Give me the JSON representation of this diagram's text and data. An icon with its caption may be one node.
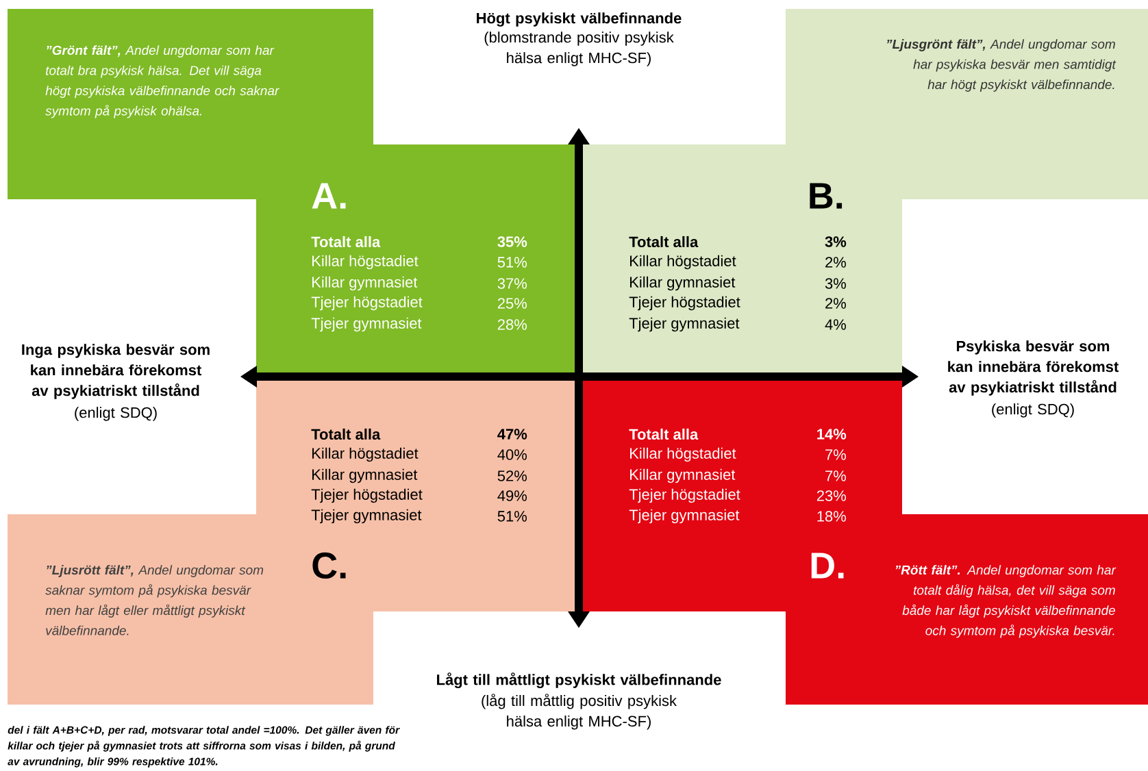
{
  "diagram": {
    "nodes": [
      {
        "text": [
          "A.",
          "**”Grönt fält”,** Andel ungdomar som har totalt bra psykisk hälsa. Det vill säga högt psykiska välbefinnande och saknar symtom på psykisk ohälsa.",
          "Totalt alla",
          "35%",
          "Killar högstadiet",
          "51%",
          "Killar gymnasiet",
          "37%",
          "Tjejer högstadiet",
          "25%",
          "Tjejer gymnasiet",
          "28%"
        ]
      },
      {
        "text": [
          "B.",
          "**”Ljusgrönt fält”,** Andel ungdomar som har psykiska besvär men samtidigt har högt psykiskt välbefinnande.",
          "Totalt alla",
          "3%",
          "Killar högstadiet",
          "2%",
          "Killar gymnasiet",
          "3%",
          "Tjejer högstadiet",
          "2%",
          "Tjejer gymnasiet",
          "4%"
        ]
      },
      {
        "text": [
          "C.",
          "**”Ljusrött fält”,** Andel ungdomar som saknar symtom på psykiska besvär men har lågt eller måttligt psykiskt välbefinnande.",
          "Totalt alla",
          "47%",
          "Killar högstadiet",
          "40%",
          "Killar gymnasiet",
          "52%",
          "Tjejer högstadiet",
          "49%",
          "Tjejer gymnasiet",
          "51%"
        ]
      },
      {
        "text": [
          "D.",
          "**”Rött fält”.** Andel ungdomar som har totalt dålig hälsa, det vill säga som både har lågt psykiskt välbefinnande och symtom på psykiska besvär.",
          "Totalt alla",
          "14%",
          "Killar högstadiet",
          "7%",
          "Killar gymnasiet",
          "7%",
          "Tjejer högstadiet",
          "23%",
          "Tjejer gymnasiet",
          "18%"
        ]
      }
    ],
    "labels": [
      "Högt psykiskt välbefinnande",
      "(blomstrande positiv psykisk hälsa enligt MHC-SF)",
      "Inga psykiska besvär som kan innebära förekomst av psykiatriskt tillstånd",
      "(enligt SDQ)",
      "Psykiska besvär som kan innebära förekomst av psykiatriskt tillstånd",
      "(enligt SDQ)",
      "Lågt till måttligt psykiskt välbefinnande",
      "(låg till måttlig positiv psykisk hälsa enligt MHC-SF)",
      "del i fält A+B+C+D, per rad, motsvarar total andel =100%. Det gäller även för killar och tjejer på gymnasiet trots att siffrorna som visas i bilden, på grund av avrundning, blir 99% respektive 101%."
    ]
  }
}
